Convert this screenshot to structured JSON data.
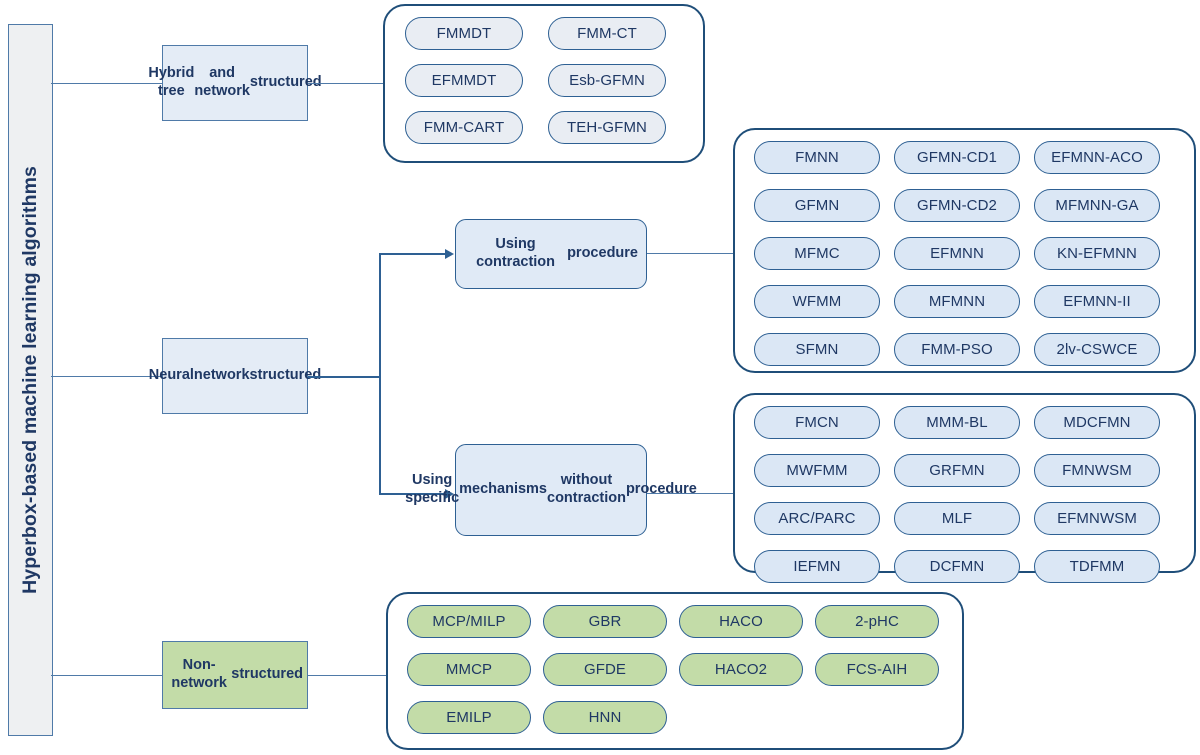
{
  "root": {
    "title": "Hyperbox-based machine learning algorithms"
  },
  "colors": {
    "text_navy": "#1f3864",
    "border_blue": "#2e6093",
    "line_blue": "#4f7aa8",
    "fill_blue_light": "#e4ecf6",
    "fill_grey_pill": "#e9edf3",
    "fill_blue_pill": "#dbe7f5",
    "fill_green": "#c3dca8",
    "group_border": "#1f4e79",
    "root_fill": "#eef0f2"
  },
  "categories": [
    {
      "id": "hybrid",
      "label": "Hybrid tree\nand network\nstructured"
    },
    {
      "id": "neural",
      "label": "Neural\nnetwork\nstructured"
    },
    {
      "id": "non_network",
      "label": "Non-network\nstructured"
    }
  ],
  "subcategories": [
    {
      "id": "contraction",
      "label": "Using contraction\nprocedure"
    },
    {
      "id": "non_contraction",
      "label": "Using specific\nmechanisms\nwithout contraction\nprocedure"
    }
  ],
  "groups": [
    {
      "id": "hybrid-group",
      "style": "grey",
      "columns": 2,
      "rows": [
        [
          "FMMDT",
          "FMM-CT"
        ],
        [
          "EFMMDT",
          "Esb-GFMN"
        ],
        [
          "FMM-CART",
          "TEH-GFMN"
        ]
      ]
    },
    {
      "id": "contraction-group",
      "style": "blue",
      "columns": 3,
      "rows": [
        [
          "FMNN",
          "GFMN-CD1",
          "EFMNN-ACO"
        ],
        [
          "GFMN",
          "GFMN-CD2",
          "MFMNN-GA"
        ],
        [
          "MFMC",
          "EFMNN",
          "KN-EFMNN"
        ],
        [
          "WFMM",
          "MFMNN",
          "EFMNN-II"
        ],
        [
          "SFMN",
          "FMM-PSO",
          "2lv-CSWCE"
        ]
      ]
    },
    {
      "id": "non-contraction-group",
      "style": "blue",
      "columns": 3,
      "rows": [
        [
          "FMCN",
          "MMM-BL",
          "MDCFMN"
        ],
        [
          "MWFMM",
          "GRFMN",
          "FMNWSM"
        ],
        [
          "ARC/PARC",
          "MLF",
          "EFMNWSM"
        ],
        [
          "IEFMN",
          "DCFMN",
          "TDFMM"
        ]
      ]
    },
    {
      "id": "non-network-group",
      "style": "green",
      "columns": 4,
      "rows": [
        [
          "MCP/MILP",
          "GBR",
          "HACO",
          "2-pHC"
        ],
        [
          "MMCP",
          "GFDE",
          "HACO2",
          "FCS-AIH"
        ],
        [
          "EMILP",
          "HNN",
          "",
          ""
        ]
      ]
    }
  ]
}
